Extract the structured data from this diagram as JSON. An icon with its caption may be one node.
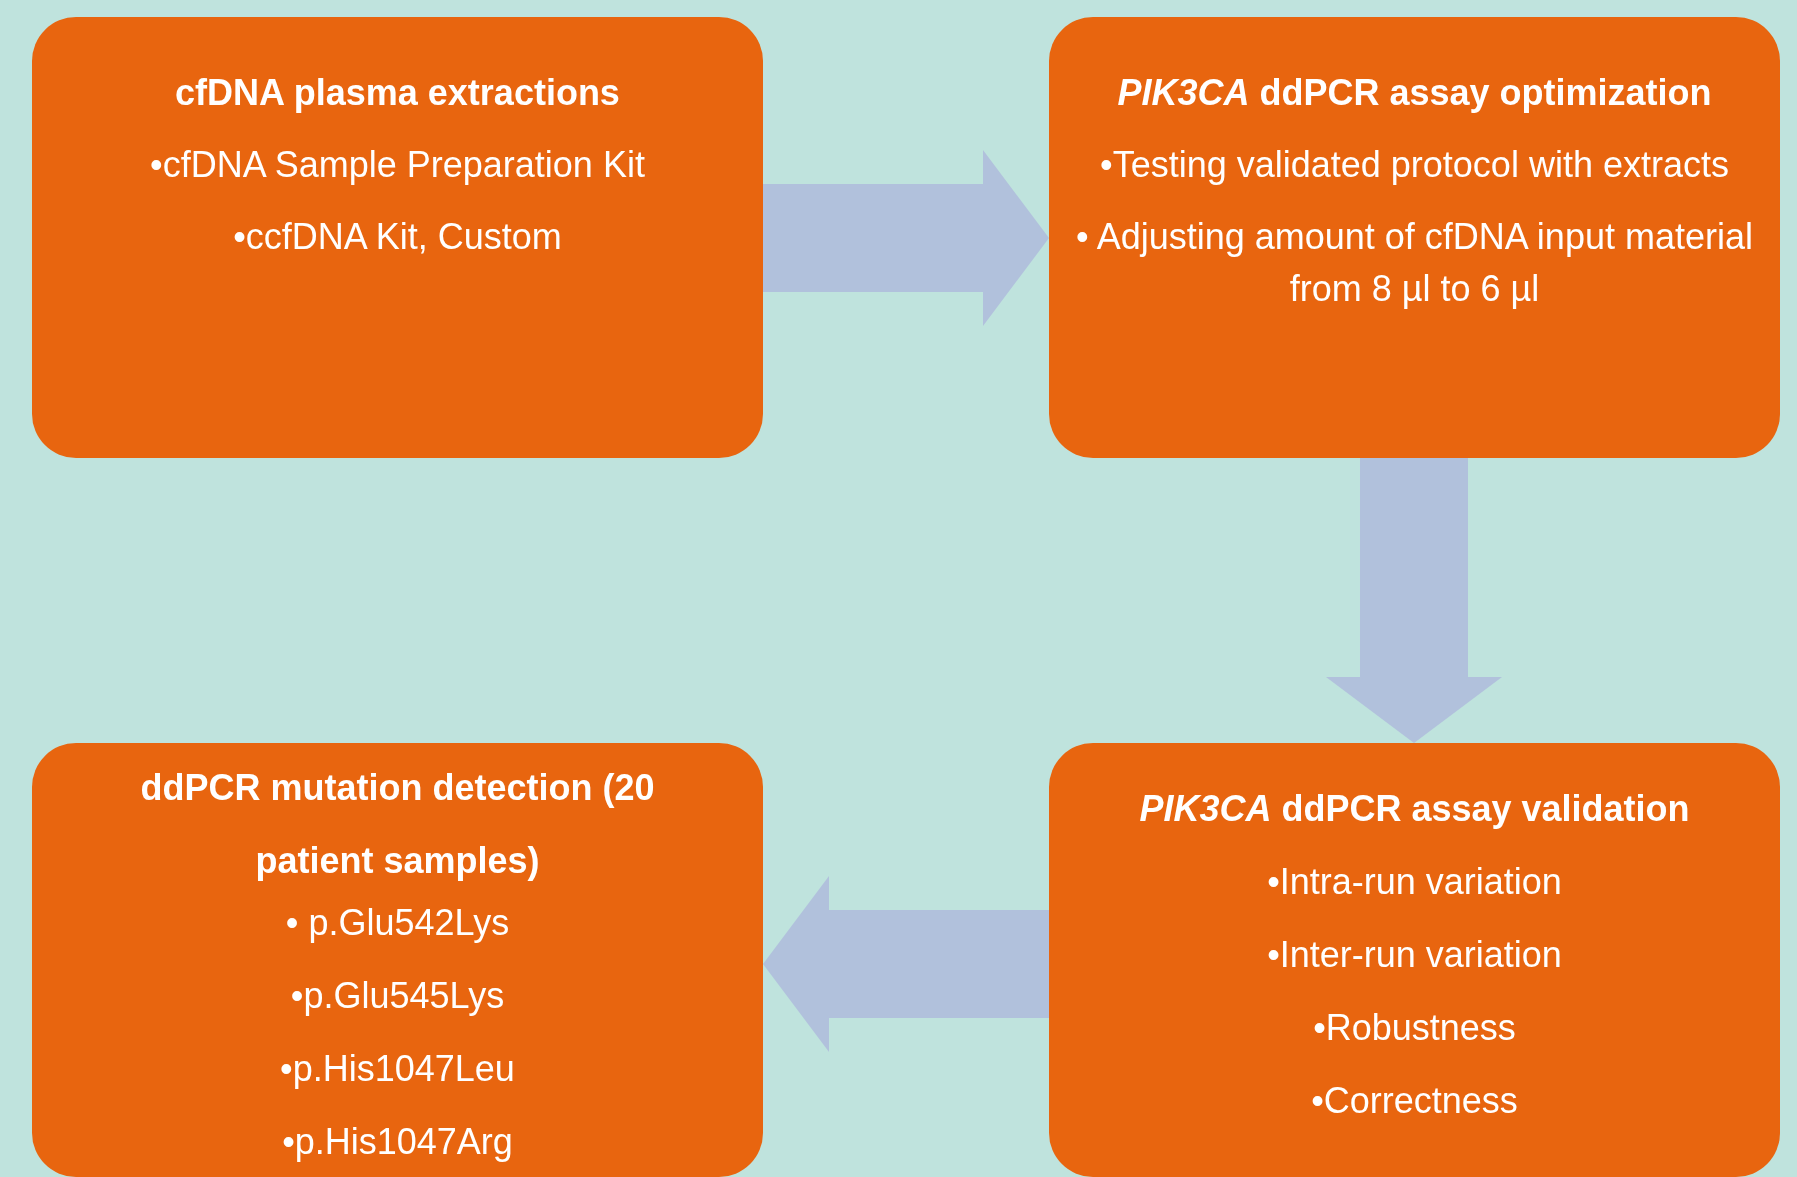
{
  "diagram": {
    "nodes": [
      {
        "text": [
          "cfDNA plasma extractions",
          "•cfDNA Sample Preparation Kit",
          "•ccfDNA Kit, Custom"
        ]
      },
      {
        "text": [
          "*PIK3CA* ddPCR assay optimization",
          "•Testing validated protocol with extracts",
          "• Adjusting amount of cfDNA input material from 8 µl to 6 µl"
        ]
      },
      {
        "text": [
          "ddPCR mutation detection (20 patient samples)",
          "• p.Glu542Lys",
          "•p.Glu545Lys",
          "•p.His1047Leu",
          "•p.His1047Arg"
        ]
      },
      {
        "text": [
          "*PIK3CA* ddPCR assay validation",
          "•Intra-run variation",
          "•Inter-run variation",
          "•Robustness",
          "•Correctness"
        ]
      }
    ],
    "edges": [
      {
        "from": 0,
        "to": 1,
        "arrow": "to",
        "style": "thick"
      },
      {
        "from": 1,
        "to": 3,
        "arrow": "to",
        "style": "thick"
      },
      {
        "from": 3,
        "to": 2,
        "arrow": "to",
        "style": "thick"
      }
    ]
  }
}
